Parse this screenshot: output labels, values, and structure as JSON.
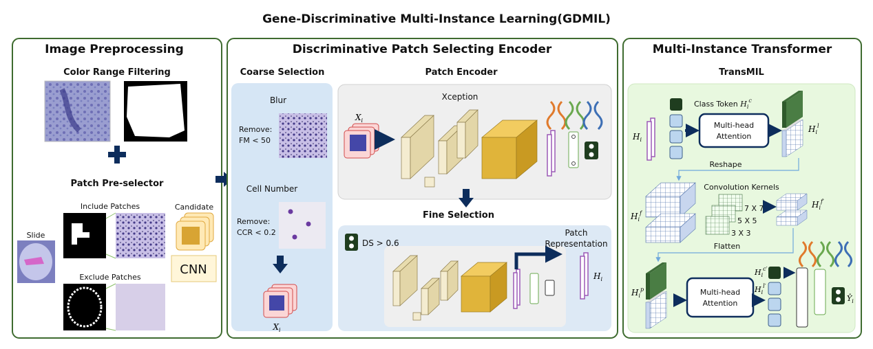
{
  "title": "Gene-Discriminative Multi-Instance Learning(GDMIL)",
  "panels": {
    "preprocessing": {
      "title": "Image Preprocessing",
      "color_filter": "Color Range Filtering",
      "plus": "+",
      "preselector": "Patch Pre-selector",
      "slide": "Slide",
      "include": "Include Patches",
      "exclude": "Exclude Patches",
      "candidate": "Candidate",
      "cnn": "CNN"
    },
    "encoder": {
      "title": "Discriminative Patch Selecting Encoder",
      "coarse": {
        "title": "Coarse Selection",
        "blur": "Blur",
        "remove1a": "Remove:",
        "remove1b": "FM < 50",
        "cell": "Cell Number",
        "remove2a": "Remove:",
        "remove2b": "CCR < 0.2",
        "xi": "X",
        "xi_sub": "i"
      },
      "patch_encoder": {
        "title": "Patch Encoder",
        "xception": "Xception",
        "xi": "X",
        "xi_sub": "i"
      },
      "fine": {
        "title": "Fine Selection",
        "ds": "DS > 0.6",
        "patch_rep1": "Patch",
        "patch_rep2": "Representation",
        "hi": "H",
        "hi_sub": "i"
      }
    },
    "transformer": {
      "title": "Multi-Instance Transformer",
      "transmil": "TransMIL",
      "class_token": "Class Token ",
      "class_token_sym": "H",
      "class_token_sub": "i",
      "class_token_sup": "c",
      "mha1a": "Multi-head",
      "mha1b": "Attention",
      "hi": "H",
      "hi_sub": "i",
      "hil": "H",
      "hil_sup": "l",
      "reshape": "Reshape",
      "conv_kernels": "Convolution Kernels",
      "k7": "7 X 7",
      "k5": "5 X 5",
      "k3": "3 X 3",
      "hif": "H",
      "hif_sup": "f",
      "hifp": "H",
      "hifp_sup": "f′",
      "flatten": "Flatten",
      "hip": "H",
      "hip_sup": "p",
      "mha2a": "Multi-head",
      "mha2b": "Attention",
      "hic2": "H",
      "hic2_sup": "c′",
      "hil2": "H",
      "hil2_sup": "l′",
      "yhat": "Ŷ",
      "yhat_sub": "i"
    }
  },
  "colors": {
    "panel_border": "#3e6b2f",
    "coarse_bg": "#d6e6f5",
    "encoder_bg": "#efefef",
    "fine_bg": "#dde9f5",
    "transmil_bg": "#e8f8df",
    "arrow": "#0d2d5c",
    "cube_light": "#f4ecd0",
    "cube_gold": "#e0b43a",
    "purple": "#9b59b6",
    "stain": "#8f8fc9"
  }
}
